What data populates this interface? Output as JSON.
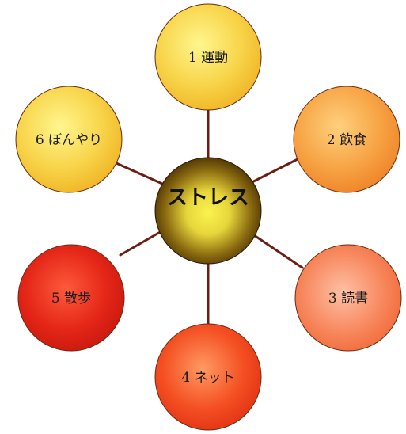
{
  "diagram": {
    "center": {
      "label": "ストレス"
    },
    "nodes": [
      {
        "id": "1",
        "label": "1 運動"
      },
      {
        "id": "2",
        "label": "2 飲食"
      },
      {
        "id": "3",
        "label": "3 読書"
      },
      {
        "id": "4",
        "label": "4 ネット"
      },
      {
        "id": "5",
        "label": "5 散歩"
      },
      {
        "id": "6",
        "label": "6 ぼんやり"
      }
    ],
    "colors": {
      "connector": "#6b1f14",
      "stroke": "#6a2a12",
      "yellow": "#f3c83c",
      "orange": "#f59a36",
      "salmon": "#f47a45",
      "red": "#d81e14",
      "center_dark": "#4a2e00",
      "center_glow": "#f7e14b"
    }
  }
}
